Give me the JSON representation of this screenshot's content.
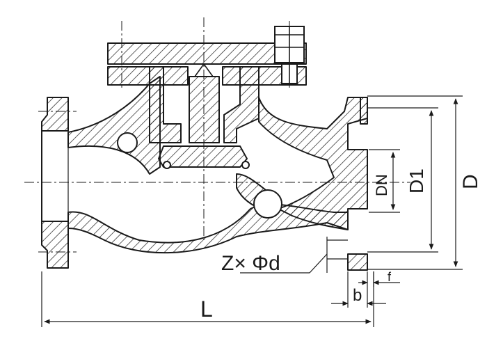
{
  "drawing": {
    "colors": {
      "line": "#1a1a1a",
      "hatch": "#1a1a1a",
      "paper": "#ffffff"
    },
    "labels": {
      "bolt_holes": "Z× Φd",
      "length": "L",
      "flange_diameter": "D",
      "bolt_circle_diameter": "D1",
      "nominal_diameter": "DN",
      "flange_thickness": "b",
      "raised_face_height": "f"
    }
  }
}
